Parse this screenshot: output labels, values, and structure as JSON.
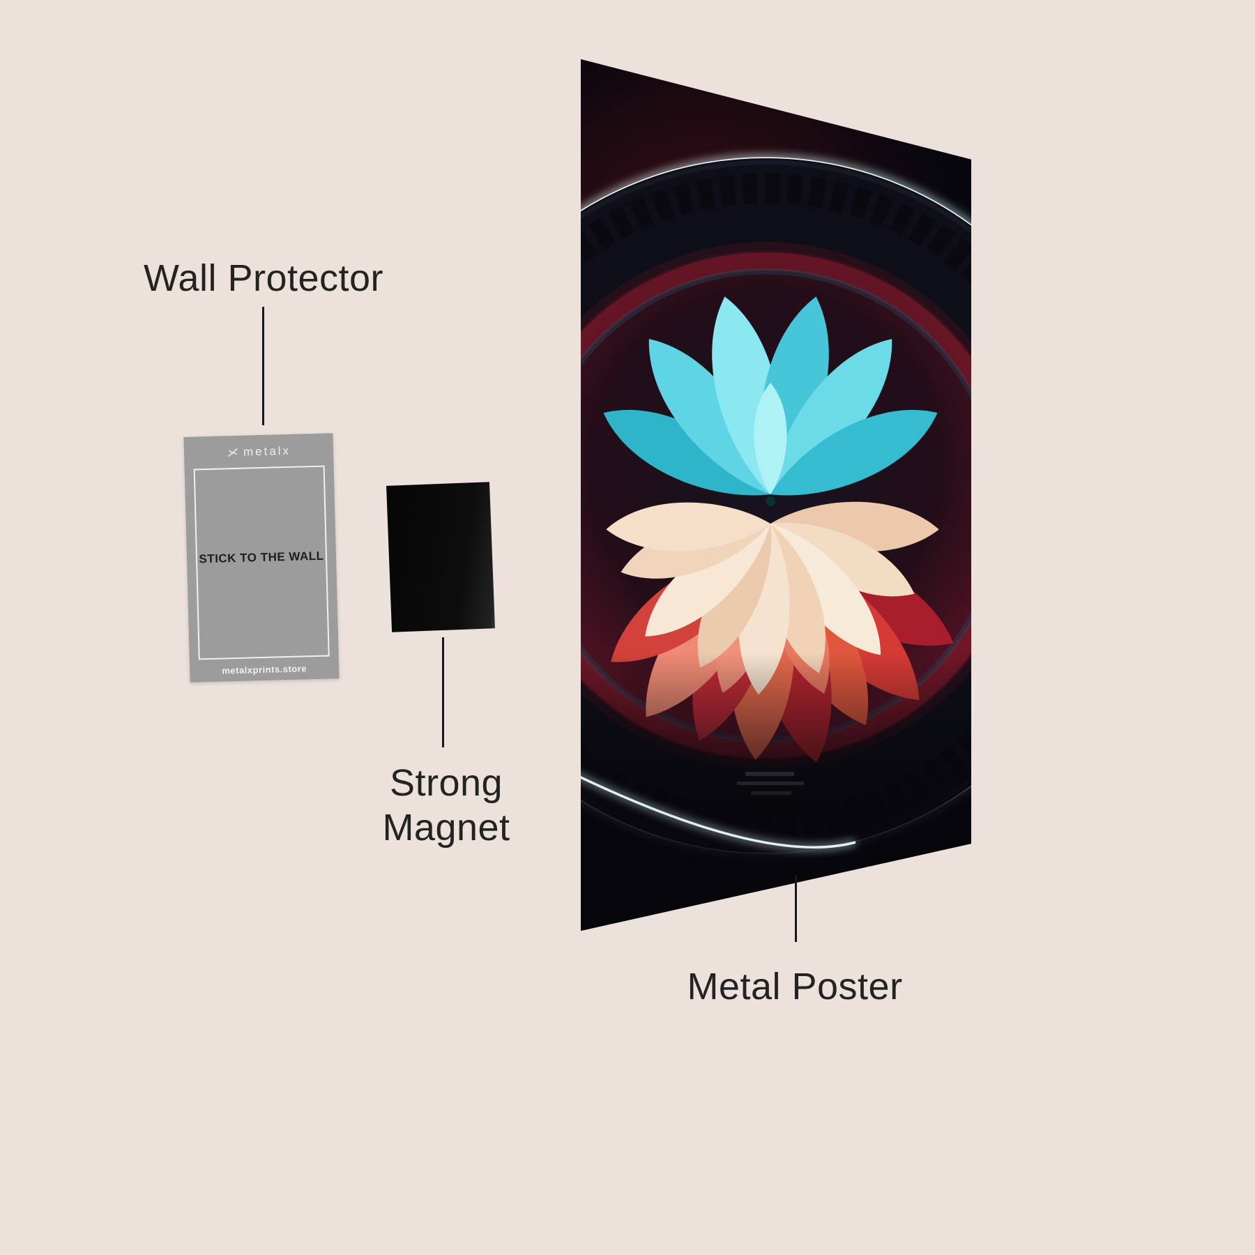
{
  "page": {
    "background_color": "#ece1db",
    "text_color": "#232323"
  },
  "labels": {
    "wall_protector": "Wall Protector",
    "strong_magnet_line1": "Strong",
    "strong_magnet_line2": "Magnet",
    "metal_poster": "Metal Poster"
  },
  "wall_protector_card": {
    "brand": "metalx",
    "main_text": "STICK TO THE WALL",
    "footer_text": "metalxprints.store",
    "card_color": "#9c9c9c",
    "frame_color": "#ffffff"
  },
  "magnet": {
    "color": "#0d0d0d"
  },
  "poster_art": {
    "background_color": "#07070d",
    "glow_color": "#dff6f4",
    "frame_ring_color": "#0e0e18",
    "inner_rim_red": "#8a1b2c",
    "petal_teal": "#4fd0e0",
    "petal_cream": "#f3dcc4",
    "petal_red": "#d63a34"
  }
}
